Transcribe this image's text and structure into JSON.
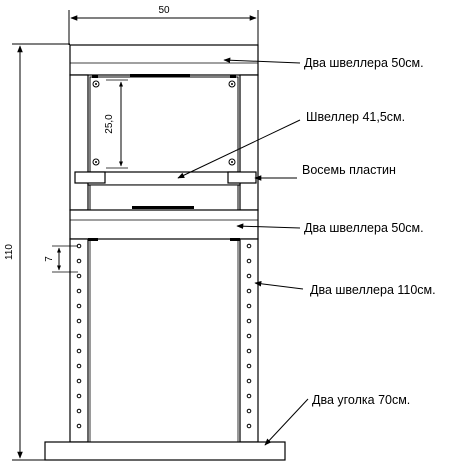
{
  "dimensions": {
    "top_width": "50",
    "total_height": "110",
    "inner_height": "25,0",
    "hole_pitch": "7"
  },
  "callouts": {
    "top_channels": "Два швеллера 50см.",
    "inner_channel": "Швеллер 41,5см.",
    "plates": "Восемь пластин",
    "middle_channels": "Два швеллера 50см.",
    "vertical_channels": "Два швеллера 110см.",
    "base_angles": "Два уголка 70см."
  }
}
